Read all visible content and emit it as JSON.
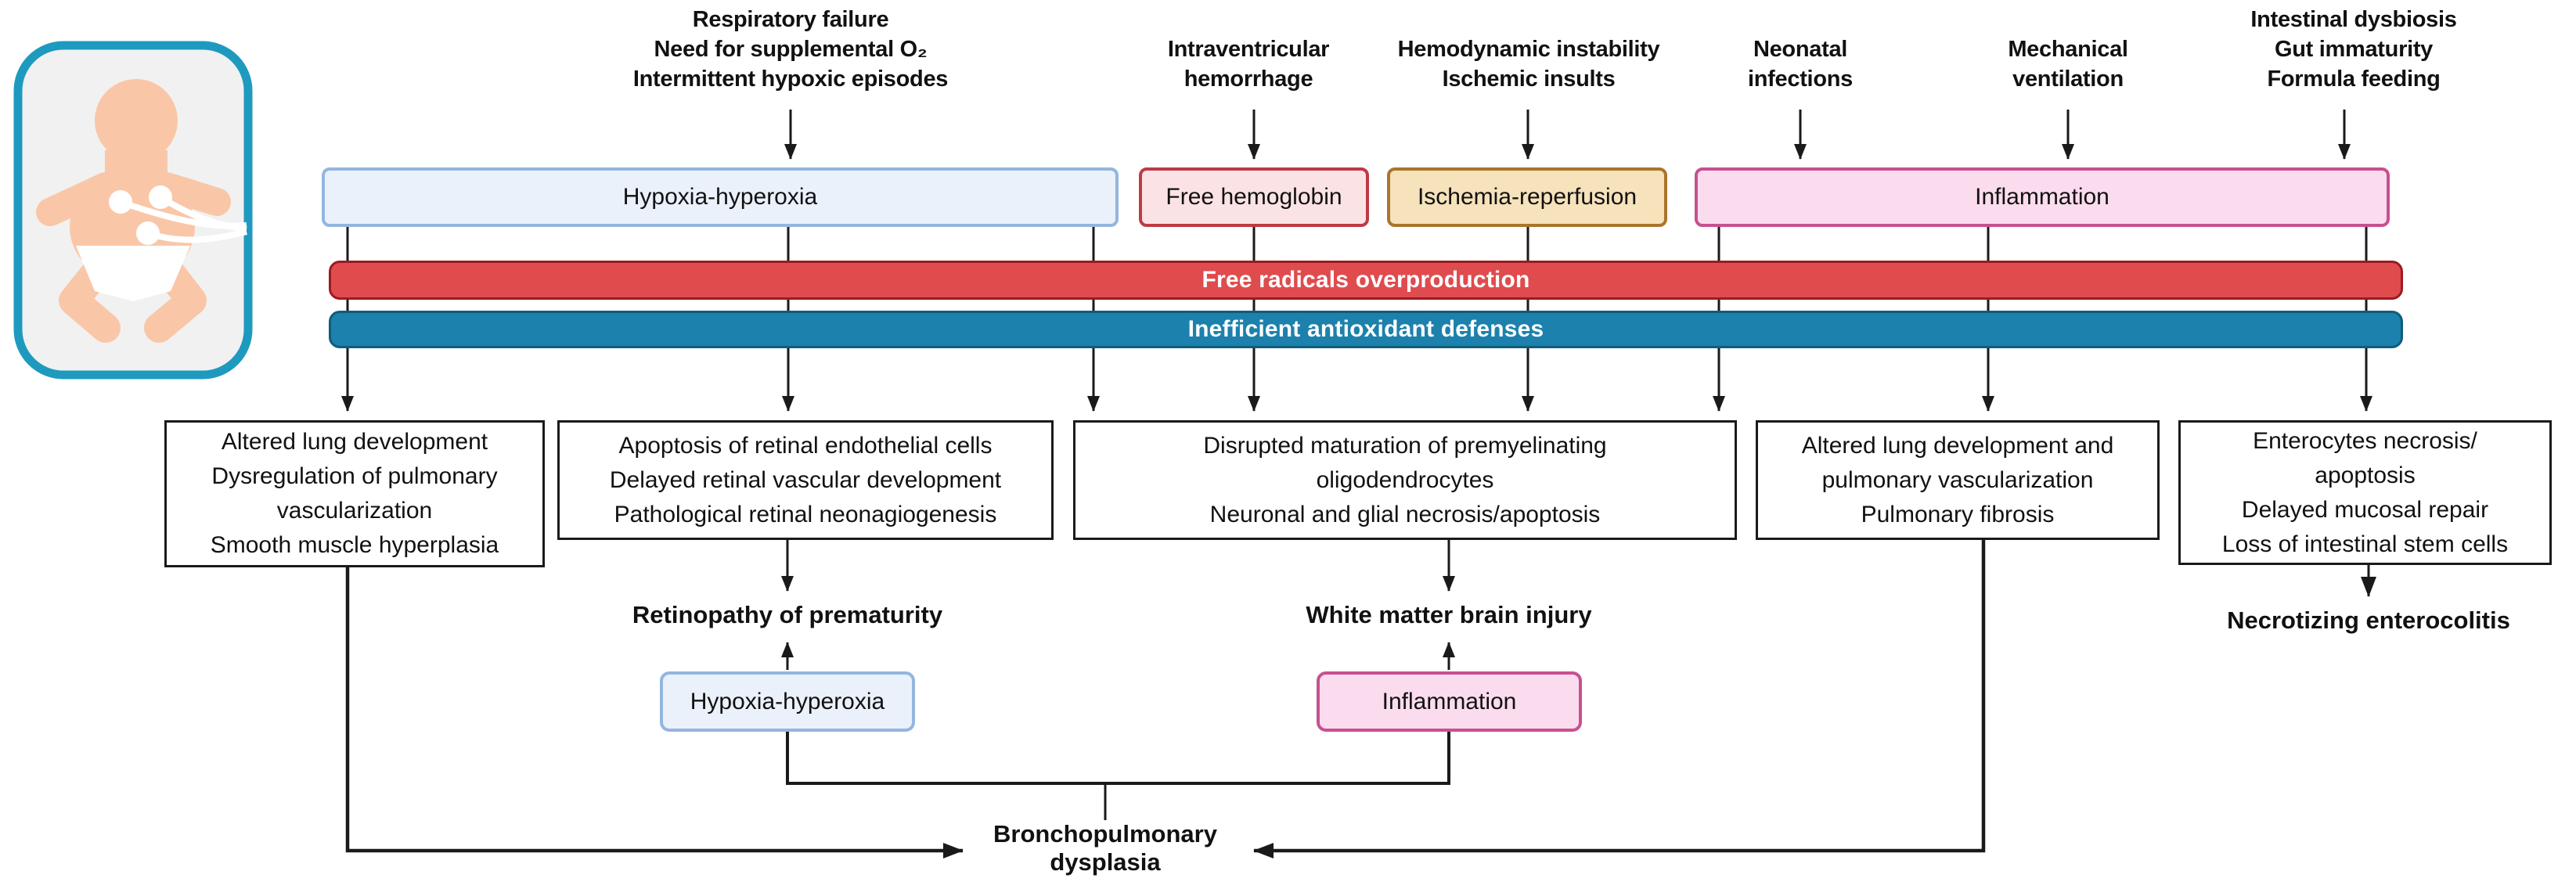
{
  "icon": {
    "name": "preterm-infant-with-ecg-leads",
    "border_color": "#1E9ABF",
    "background": "#F1F1F2",
    "skin_color": "#F9C7A7"
  },
  "causes": [
    {
      "lines": [
        "Respiratory failure",
        "Need for supplemental O₂",
        "Intermittent hypoxic episodes"
      ]
    },
    {
      "lines": [
        "Intraventricular",
        "hemorrhage"
      ]
    },
    {
      "lines": [
        "Hemodynamic instability",
        "Ischemic insults"
      ]
    },
    {
      "lines": [
        "Neonatal",
        "infections"
      ]
    },
    {
      "lines": [
        "Mechanical",
        "ventilation"
      ]
    },
    {
      "lines": [
        "Intestinal dysbiosis",
        "Gut immaturity",
        "Formula feeding"
      ]
    }
  ],
  "mediators": [
    {
      "label": "Hypoxia-hyperoxia",
      "fill": "#EAF1FB",
      "border": "#94B6DE"
    },
    {
      "label": "Free hemoglobin",
      "fill": "#FBE3E5",
      "border": "#BE3A46"
    },
    {
      "label": "Ischemia-reperfusion",
      "fill": "#F6E2BB",
      "border": "#A9752C"
    },
    {
      "label": "Inflammation",
      "fill": "#FBDCEE",
      "border": "#C75090"
    }
  ],
  "bars": [
    {
      "label": "Free radicals overproduction",
      "fill": "#E04B4E",
      "border": "#9C1B22",
      "text_color": "#FFFFFF"
    },
    {
      "label": "Inefficient antioxidant defenses",
      "fill": "#1C81AC",
      "border": "#0D5D7C",
      "text_color": "#FFFFFF"
    }
  ],
  "outcomes": [
    {
      "lines": [
        "Altered lung development",
        "Dysregulation of pulmonary",
        "vascularization",
        "Smooth muscle hyperplasia"
      ]
    },
    {
      "lines": [
        "Apoptosis of retinal endothelial cells",
        "Delayed retinal vascular development",
        "Pathological retinal neonagiogenesis"
      ]
    },
    {
      "lines": [
        "Disrupted maturation of premyelinating",
        "oligodendrocytes",
        "Neuronal and glial necrosis/apoptosis"
      ]
    },
    {
      "lines": [
        "Altered lung development and",
        "pulmonary vascularization",
        "Pulmonary fibrosis"
      ]
    },
    {
      "lines": [
        "Enterocytes necrosis/",
        "apoptosis",
        "Delayed mucosal repair",
        "Loss of intestinal stem cells"
      ]
    }
  ],
  "feedback": [
    {
      "label": "Hypoxia-hyperoxia",
      "fill": "#EAF1FB",
      "border": "#94B6DE"
    },
    {
      "label": "Inflammation",
      "fill": "#FBD9EC",
      "border": "#C75090"
    }
  ],
  "diseases": {
    "retinopathy": "Retinopathy of prematurity",
    "white_matter": "White matter brain injury",
    "bpd_lines": [
      "Bronchopulmonary",
      "dysplasia"
    ],
    "nec": "Necrotizing enterocolitis"
  }
}
